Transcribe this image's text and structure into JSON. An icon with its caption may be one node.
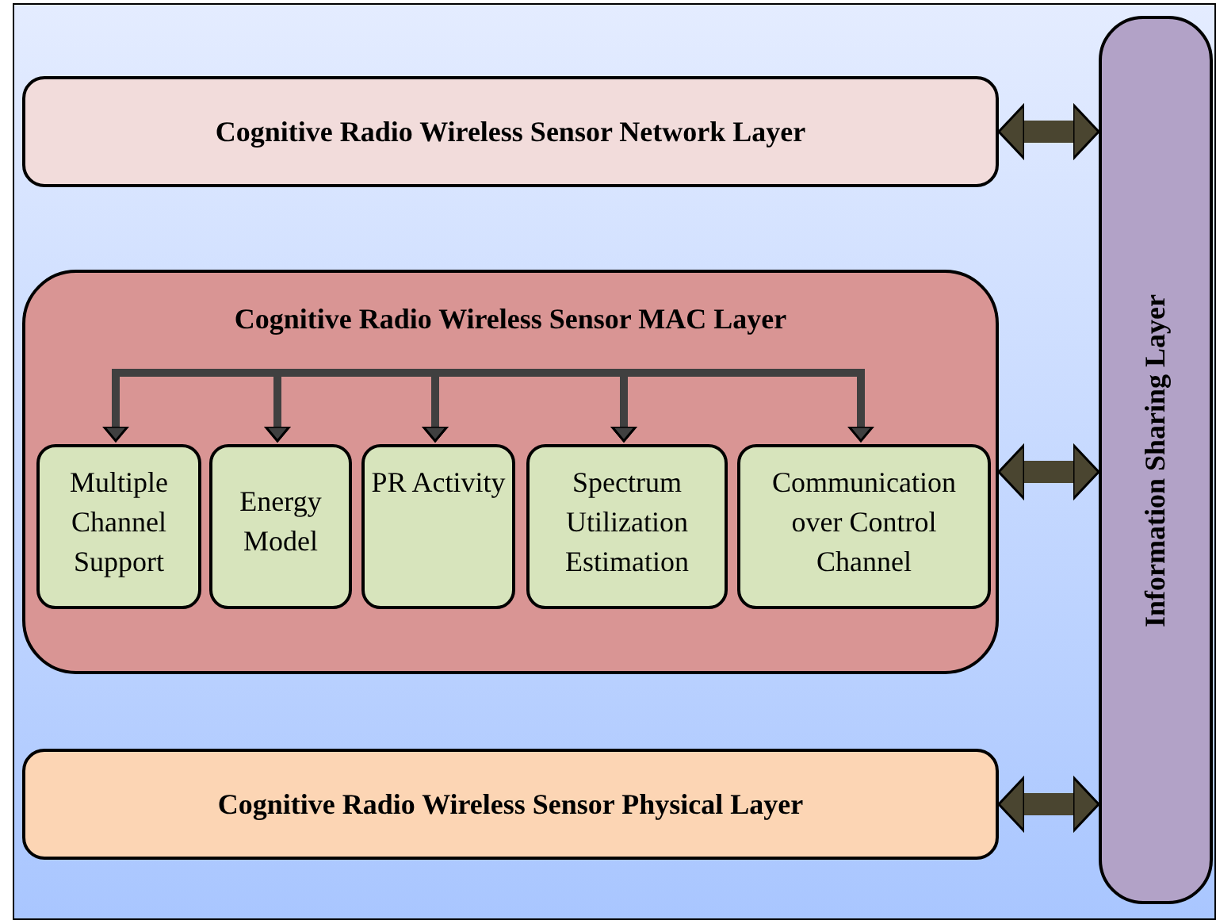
{
  "diagram": {
    "nodes": [
      {
        "text": [
          "Cognitive Radio Wireless Sensor Network Layer"
        ]
      },
      {
        "text": [
          "Cognitive Radio Wireless Sensor MAC Layer"
        ]
      },
      {
        "text": [
          "Multiple Channel Support"
        ],
        "in": 1
      },
      {
        "text": [
          "Energy Model"
        ],
        "in": 1
      },
      {
        "text": [
          "PR Activity"
        ],
        "in": 1
      },
      {
        "text": [
          "Spectrum Utilization Estimation"
        ],
        "in": 1
      },
      {
        "text": [
          "Communication over Control Channel"
        ],
        "in": 1
      },
      {
        "text": [
          "Cognitive Radio Wireless Sensor Physical Layer"
        ]
      },
      {
        "text": [
          "Information Sharing Layer"
        ]
      }
    ],
    "edges": [
      {
        "from": 0,
        "to": 8,
        "arrow": "both",
        "style": "thick",
        "color": "#4a4530"
      },
      {
        "from": 1,
        "to": 8,
        "arrow": "both",
        "style": "thick",
        "color": "#4a4530"
      },
      {
        "from": 7,
        "to": 8,
        "arrow": "both",
        "style": "thick",
        "color": "#4a4530"
      },
      {
        "from": 2,
        "to": 3,
        "arrow": "both"
      },
      {
        "from": 3,
        "to": 4,
        "arrow": "both"
      },
      {
        "from": 4,
        "to": 5,
        "arrow": "both"
      },
      {
        "from": 5,
        "to": 6,
        "arrow": "both"
      }
    ]
  }
}
